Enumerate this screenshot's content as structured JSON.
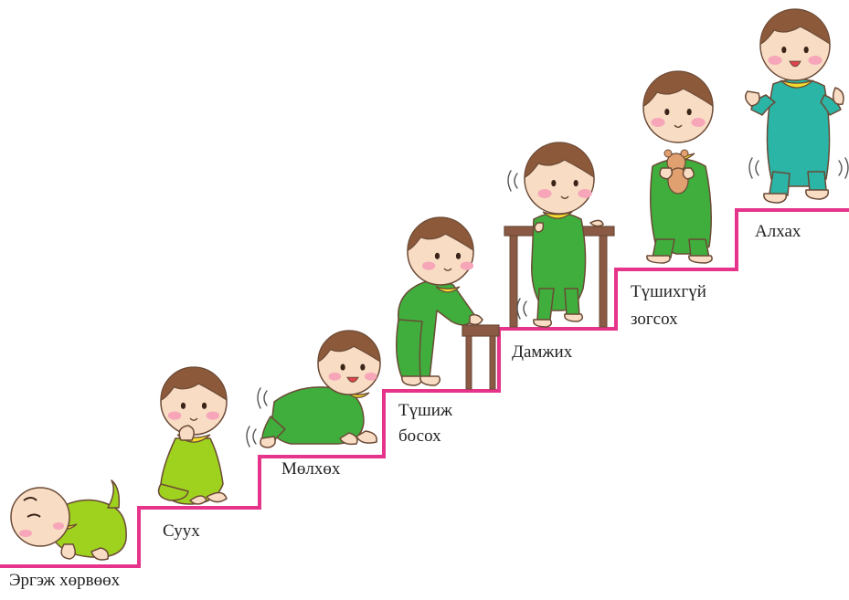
{
  "colors": {
    "stairs": "#e5348a",
    "skin": "#f8dcc4",
    "hair": "#8c5a3a",
    "cheek": "#f6a6b8",
    "bib": "#f2dc2c",
    "suit_lime": "#9fd21e",
    "suit_green": "#3fae3d",
    "suit_teal": "#2bb5a6",
    "wood": "#8a5a44",
    "toy": "#e0a070"
  },
  "stages": [
    {
      "id": "roll",
      "label": "Эргэж хөрвөөх",
      "suit": "suit_lime",
      "pose": "lying"
    },
    {
      "id": "sit",
      "label": "Суух",
      "suit": "suit_lime",
      "pose": "sitting"
    },
    {
      "id": "crawl",
      "label": "Мөлхөх",
      "suit": "suit_green",
      "pose": "crawling"
    },
    {
      "id": "pull",
      "line1": "Түшиж",
      "line2": "босох",
      "suit": "suit_green",
      "pose": "pulling-up"
    },
    {
      "id": "cruise",
      "label": "Дамжих",
      "suit": "suit_green",
      "pose": "cruising"
    },
    {
      "id": "stand",
      "line1": "Түшихгүй",
      "line2": "зогсох",
      "suit": "suit_green",
      "pose": "standing"
    },
    {
      "id": "walk",
      "label": "Алхах",
      "suit": "suit_teal",
      "pose": "walking"
    }
  ]
}
